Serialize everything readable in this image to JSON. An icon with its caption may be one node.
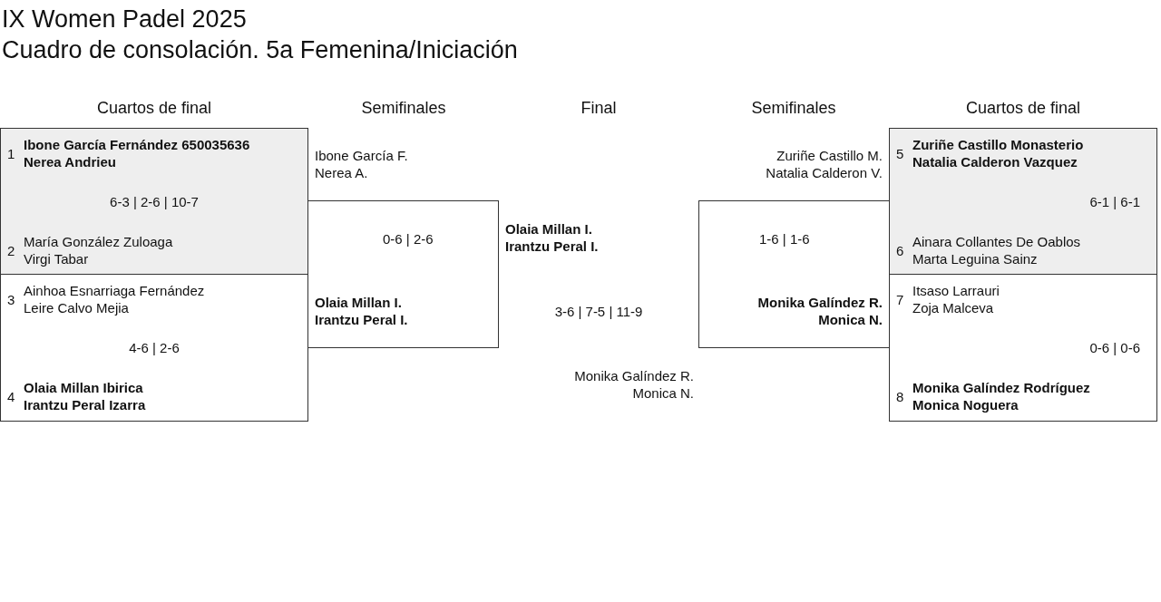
{
  "diagram": {
    "title": "IX Women Padel 2025",
    "nodes": [
      {
        "text": [
          "1",
          "Ibone García Fernández 650035636",
          "Nerea Andrieu",
          "6-3 | 2-6 | 10-7",
          "2",
          "María González Zuloaga",
          "Virgi Tabar"
        ]
      },
      {
        "text": [
          "3",
          "Ainhoa Esnarriaga Fernández",
          "Leire Calvo Mejia",
          "4-6 | 2-6",
          "4",
          "Olaia Millan Ibirica",
          "Irantzu Peral Izarra"
        ]
      },
      {
        "text": [
          "Ibone García F.",
          "Nerea A.",
          "0-6 | 2-6",
          "Olaia Millan I.",
          "Irantzu Peral I."
        ]
      },
      {
        "text": [
          "Zuriñe Castillo M.",
          "Natalia Calderon V.",
          "1-6 | 1-6",
          "Monika Galíndez R.",
          "Monica N."
        ]
      },
      {
        "text": [
          "5",
          "Zuriñe Castillo Monasterio",
          "Natalia Calderon Vazquez",
          "6-1 | 6-1",
          "6",
          "Ainara Collantes De Oablos",
          "Marta Leguina Sainz"
        ]
      },
      {
        "text": [
          "7",
          "Itsaso Larrauri",
          "Zoja Malceva",
          "0-6 | 0-6",
          "8",
          "Monika Galíndez Rodríguez",
          "Monica Noguera"
        ]
      }
    ],
    "labels": [
      "Cuadro de consolación. 5a Femenina/Iniciación",
      "Cuartos de final",
      "Semifinales",
      "Final",
      "Semifinales",
      "Cuartos de final",
      "Olaia Millan I.",
      "Irantzu Peral I.",
      "3-6 | 7-5 | 11-9",
      "Monika Galíndez R.",
      "Monica N."
    ]
  }
}
